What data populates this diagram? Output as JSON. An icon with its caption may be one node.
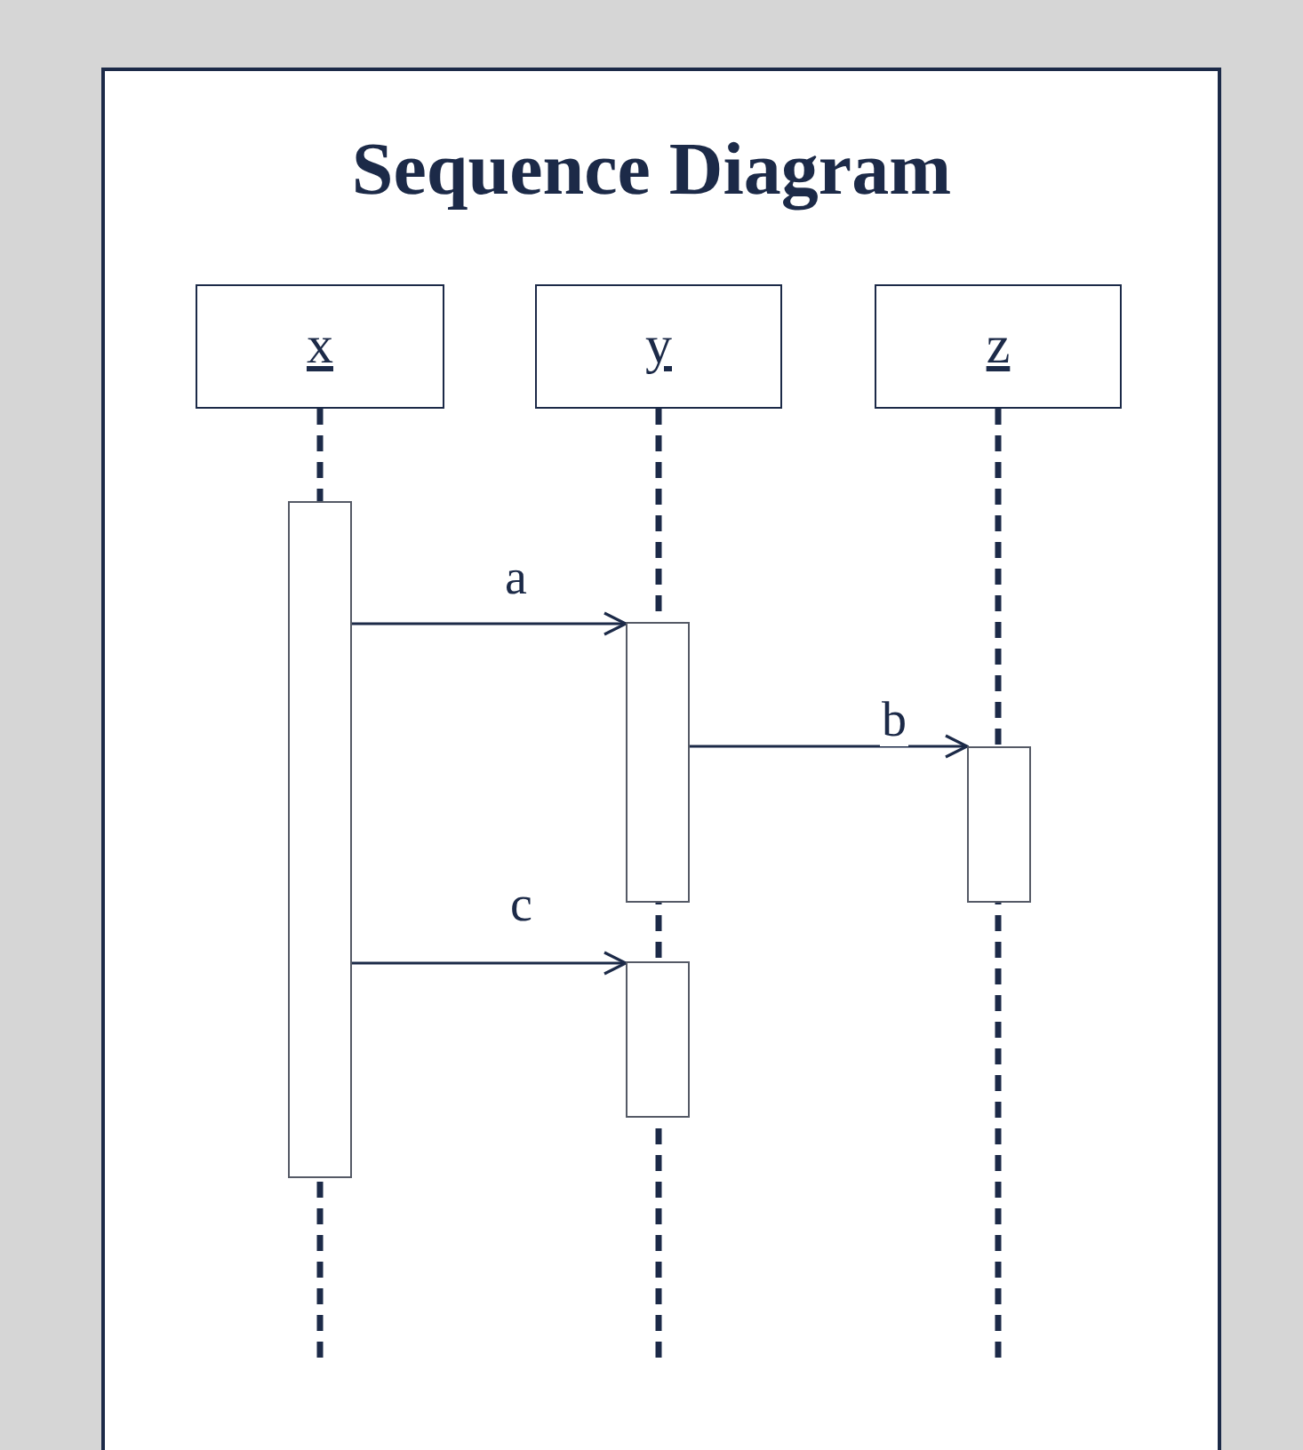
{
  "diagram": {
    "title": "Sequence Diagram",
    "nodes": [
      {
        "text": [
          "x"
        ]
      },
      {
        "text": [
          "y"
        ]
      },
      {
        "text": [
          "z"
        ]
      },
      {
        "text": [],
        "shape": "bar"
      },
      {
        "text": [],
        "shape": "bar"
      },
      {
        "text": [],
        "shape": "bar"
      },
      {
        "text": [],
        "shape": "bar"
      }
    ],
    "edges": [
      {
        "from": 3,
        "to": 4,
        "arrow": "to",
        "label": "a"
      },
      {
        "from": 4,
        "to": 5,
        "arrow": "to",
        "label": "b"
      },
      {
        "from": 3,
        "to": 6,
        "arrow": "to",
        "label": "c"
      }
    ]
  }
}
